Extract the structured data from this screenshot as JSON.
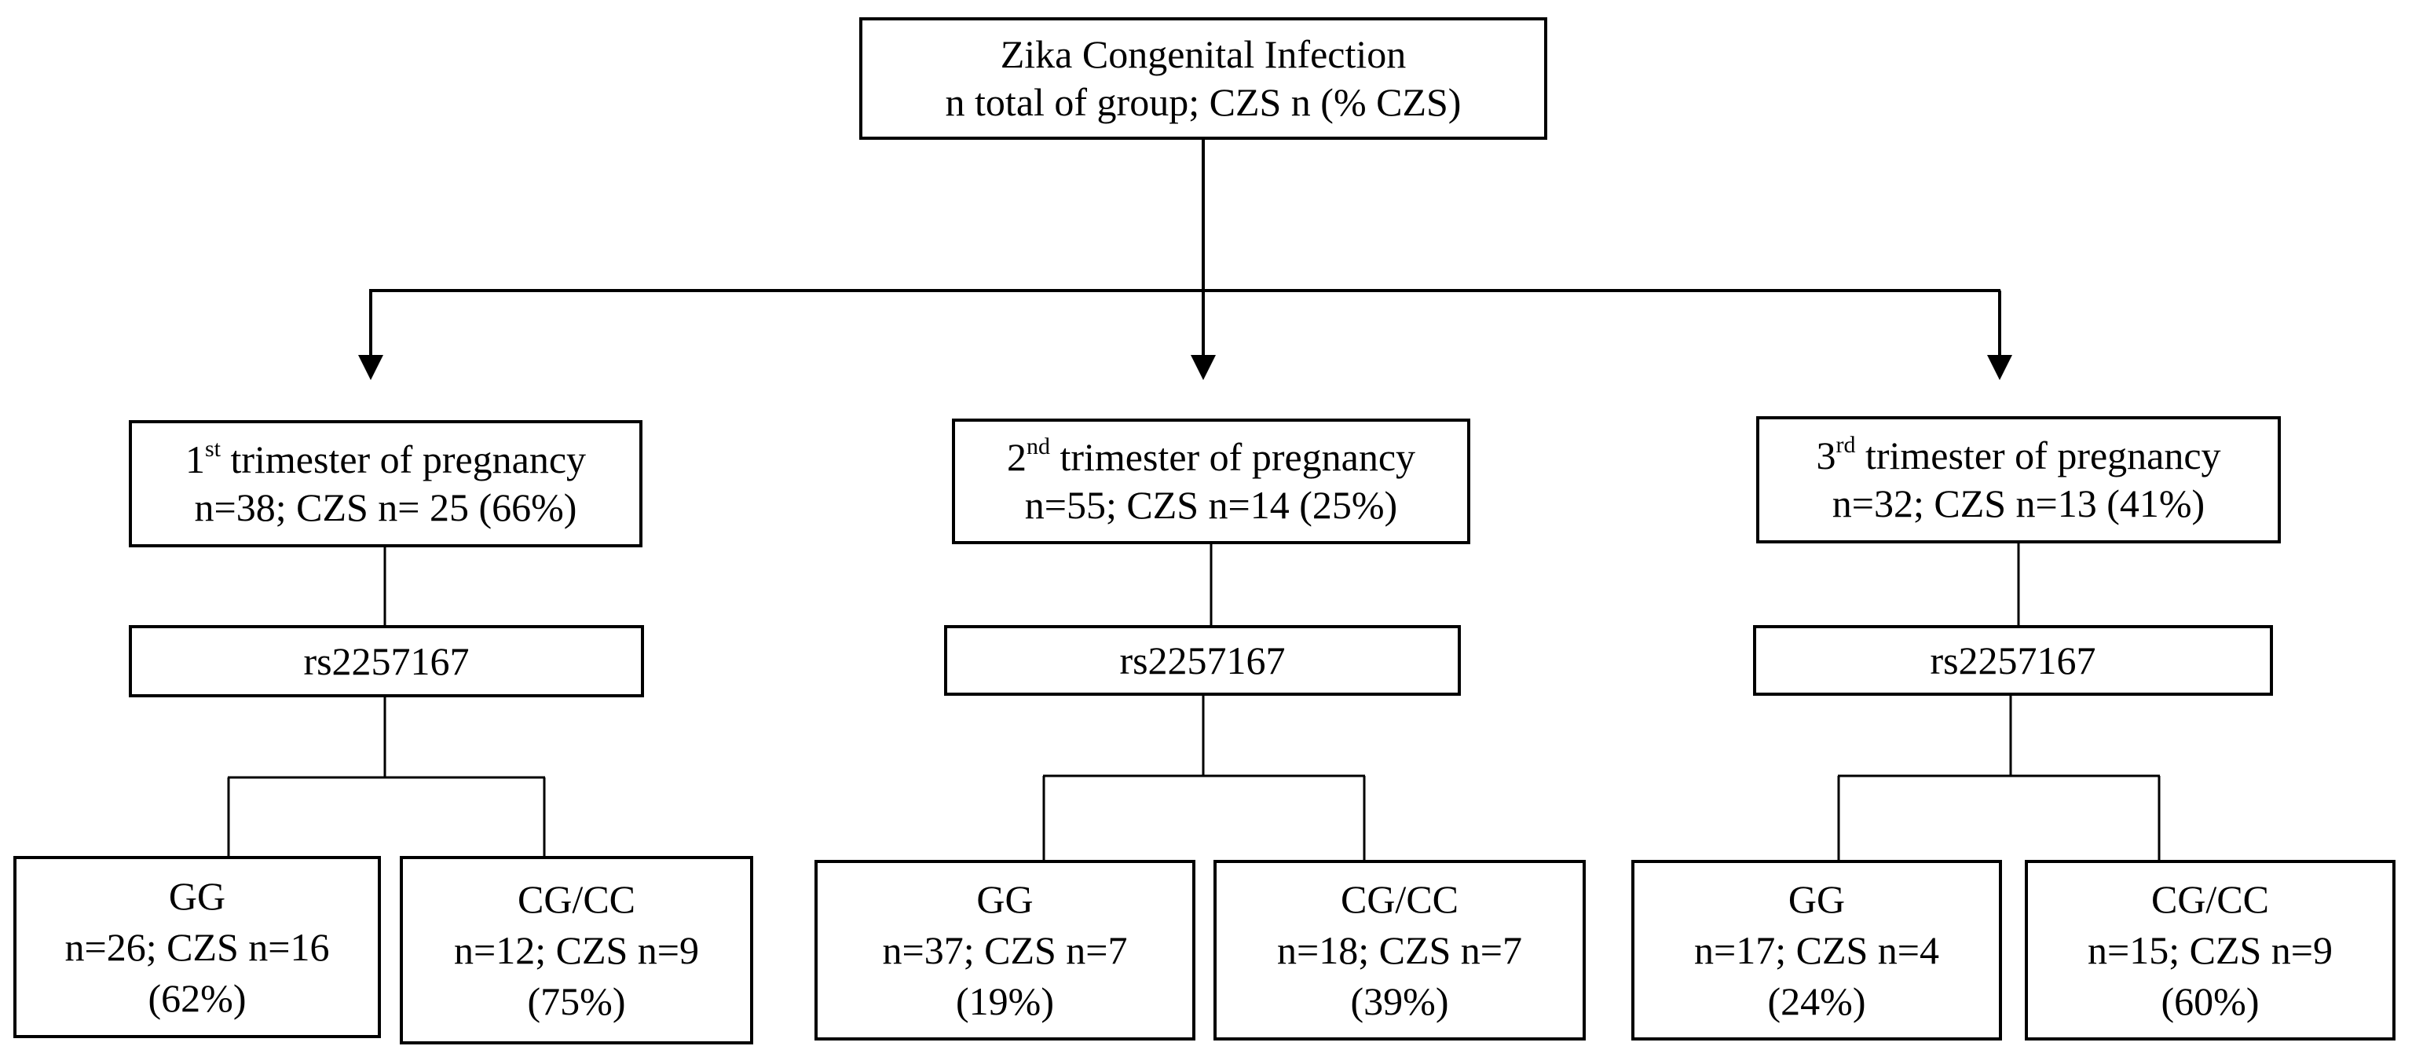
{
  "root": {
    "title": "Zika Congenital Infection",
    "subtitle": "n total of group; CZS n (% CZS)"
  },
  "groups": [
    {
      "trimester": {
        "ordinal": "1",
        "suffix": "st",
        "label": " trimester of pregnancy",
        "stats": "n=38; CZS n= 25 (66%)"
      },
      "snp": "rs2257167",
      "genotypes": [
        {
          "name": "GG",
          "stats": "n=26; CZS n=16",
          "pct": "(62%)"
        },
        {
          "name": "CG/CC",
          "stats": "n=12; CZS n=9",
          "pct": "(75%)"
        }
      ]
    },
    {
      "trimester": {
        "ordinal": "2",
        "suffix": "nd",
        "label": " trimester of pregnancy",
        "stats": "n=55; CZS n=14 (25%)"
      },
      "snp": "rs2257167",
      "genotypes": [
        {
          "name": "GG",
          "stats": "n=37; CZS n=7",
          "pct": "(19%)"
        },
        {
          "name": "CG/CC",
          "stats": "n=18; CZS n=7",
          "pct": "(39%)"
        }
      ]
    },
    {
      "trimester": {
        "ordinal": "3",
        "suffix": "rd",
        "label": " trimester of pregnancy",
        "stats": "n=32; CZS n=13 (41%)"
      },
      "snp": "rs2257167",
      "genotypes": [
        {
          "name": "GG",
          "stats": "n=17; CZS n=4",
          "pct": "(24%)"
        },
        {
          "name": "CG/CC",
          "stats": "n=15; CZS n=9",
          "pct": "(60%)"
        }
      ]
    }
  ]
}
